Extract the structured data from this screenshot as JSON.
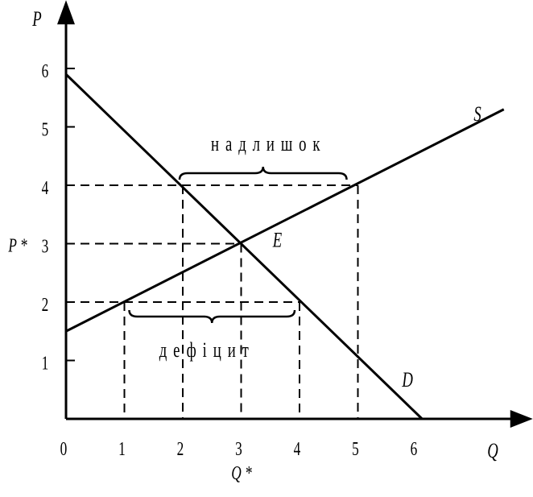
{
  "chart_data": {
    "type": "line",
    "xlabel": "Q",
    "ylabel": "P",
    "xlim": [
      0,
      7.5
    ],
    "ylim": [
      0,
      6.7
    ],
    "x_ticks": [
      "0",
      "1",
      "2",
      "3",
      "4",
      "5",
      "6"
    ],
    "y_ticks": [
      "1",
      "2",
      "3",
      "4",
      "5",
      "6"
    ],
    "grid": false,
    "series": [
      {
        "name": "D",
        "x": [
          0,
          6.1
        ],
        "y": [
          5.9,
          0
        ]
      },
      {
        "name": "S",
        "x": [
          0,
          7.5
        ],
        "y": [
          1.5,
          5.3
        ]
      }
    ],
    "equilibrium": {
      "label": "E",
      "x": 3,
      "y": 3,
      "p_label": "P *",
      "q_label": "Q *"
    },
    "guides": [
      {
        "y": 4,
        "x_from": 2,
        "x_to": 5
      },
      {
        "y": 3,
        "x_from": 3,
        "x_to": 3
      },
      {
        "y": 2,
        "x_from": 1,
        "x_to": 4
      }
    ],
    "annotations": [
      {
        "text": "надлишок",
        "price": 4,
        "q_from": 2,
        "q_to": 5,
        "brace": "above"
      },
      {
        "text": "дефіцит",
        "price": 2,
        "q_from": 1,
        "q_to": 4,
        "brace": "below"
      }
    ]
  }
}
